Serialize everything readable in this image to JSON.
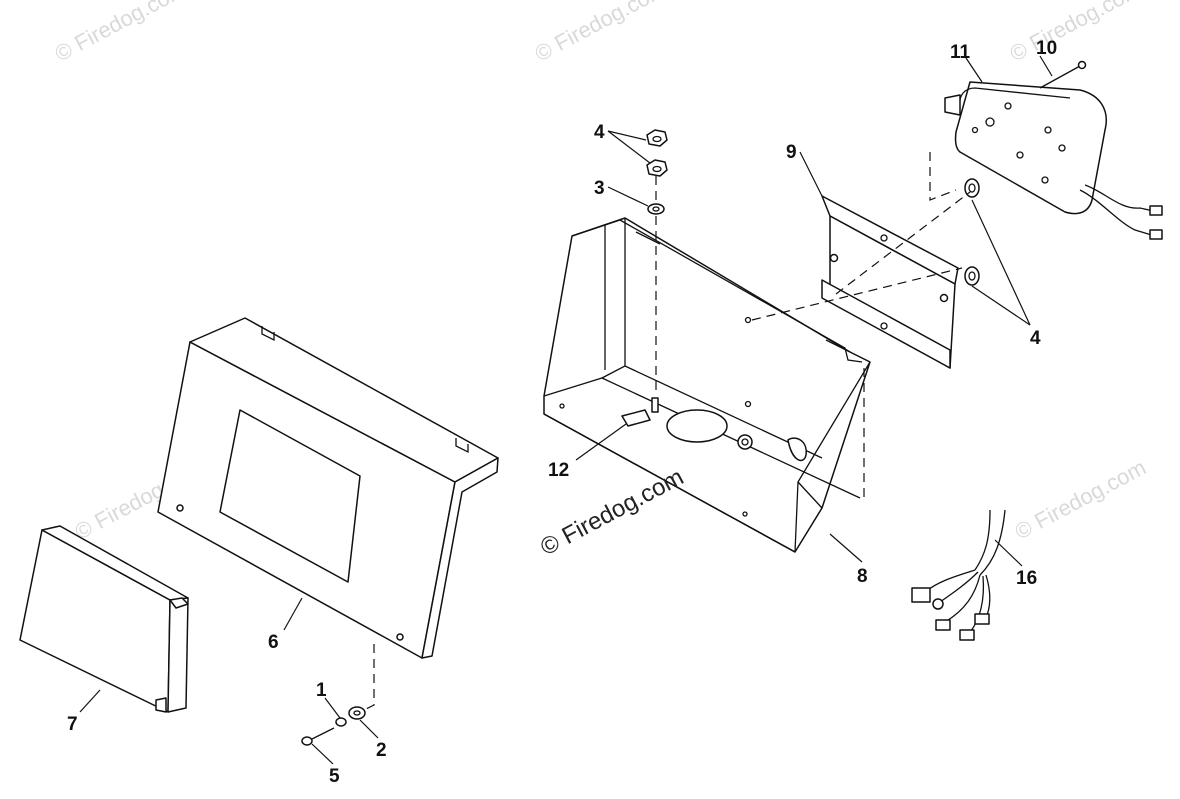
{
  "watermarks": {
    "text": "© Firedog.com",
    "main_text": "© Firedog.com"
  },
  "callouts": {
    "c1": "1",
    "c2": "2",
    "c3": "3",
    "c4a": "4",
    "c4b": "4",
    "c5": "5",
    "c6": "6",
    "c7": "7",
    "c8": "8",
    "c9": "9",
    "c10": "10",
    "c11": "11",
    "c12": "12",
    "c16": "16"
  },
  "colors": {
    "line": "#111111",
    "watermark": "#d9d9d9",
    "background": "#ffffff"
  }
}
